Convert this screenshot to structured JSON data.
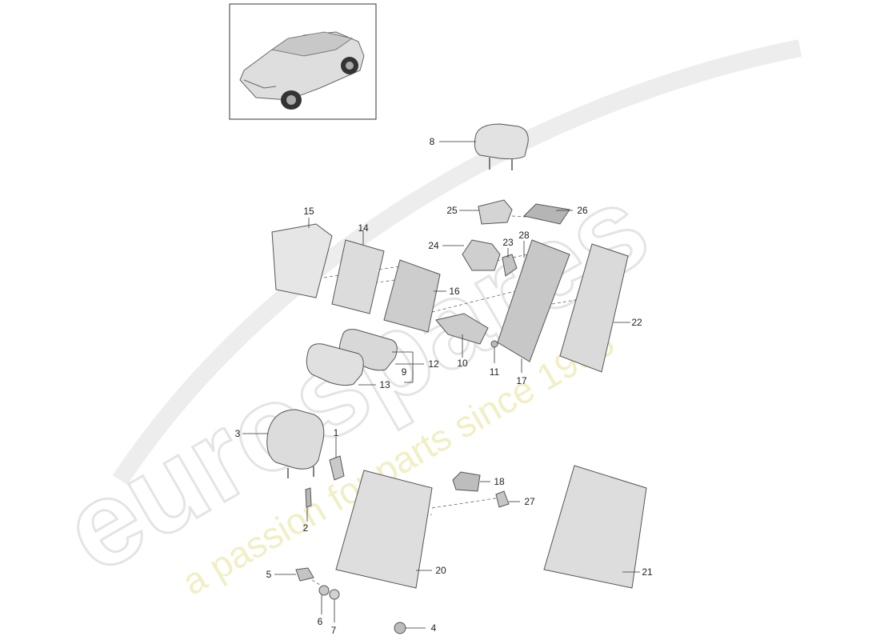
{
  "watermark": {
    "brand": "eurospares",
    "tagline": "a passion for parts since 1985"
  },
  "colors": {
    "part_fill": "#e2e2e2",
    "part_shade": "#b9b9b9",
    "part_outline": "#555555",
    "label_text": "#222222",
    "watermark_brand": "#e4e4e4",
    "watermark_tagline": "#f1efc6"
  },
  "thumbnail": {
    "icon": "car-suv-icon"
  },
  "part_labels": [
    {
      "id": "lbl-1",
      "text": "1"
    },
    {
      "id": "lbl-2",
      "text": "2"
    },
    {
      "id": "lbl-3",
      "text": "3"
    },
    {
      "id": "lbl-4",
      "text": "4"
    },
    {
      "id": "lbl-5",
      "text": "5"
    },
    {
      "id": "lbl-6",
      "text": "6"
    },
    {
      "id": "lbl-7",
      "text": "7"
    },
    {
      "id": "lbl-8",
      "text": "8"
    },
    {
      "id": "lbl-9",
      "text": "9"
    },
    {
      "id": "lbl-10",
      "text": "10"
    },
    {
      "id": "lbl-11",
      "text": "11"
    },
    {
      "id": "lbl-12",
      "text": "12"
    },
    {
      "id": "lbl-13",
      "text": "13"
    },
    {
      "id": "lbl-14",
      "text": "14"
    },
    {
      "id": "lbl-15",
      "text": "15"
    },
    {
      "id": "lbl-16",
      "text": "16"
    },
    {
      "id": "lbl-17",
      "text": "17"
    },
    {
      "id": "lbl-18",
      "text": "18"
    },
    {
      "id": "lbl-20",
      "text": "20"
    },
    {
      "id": "lbl-21",
      "text": "21"
    },
    {
      "id": "lbl-22",
      "text": "22"
    },
    {
      "id": "lbl-23",
      "text": "23"
    },
    {
      "id": "lbl-24",
      "text": "24"
    },
    {
      "id": "lbl-25",
      "text": "25"
    },
    {
      "id": "lbl-26",
      "text": "26"
    },
    {
      "id": "lbl-27",
      "text": "27"
    },
    {
      "id": "lbl-28",
      "text": "28"
    }
  ]
}
